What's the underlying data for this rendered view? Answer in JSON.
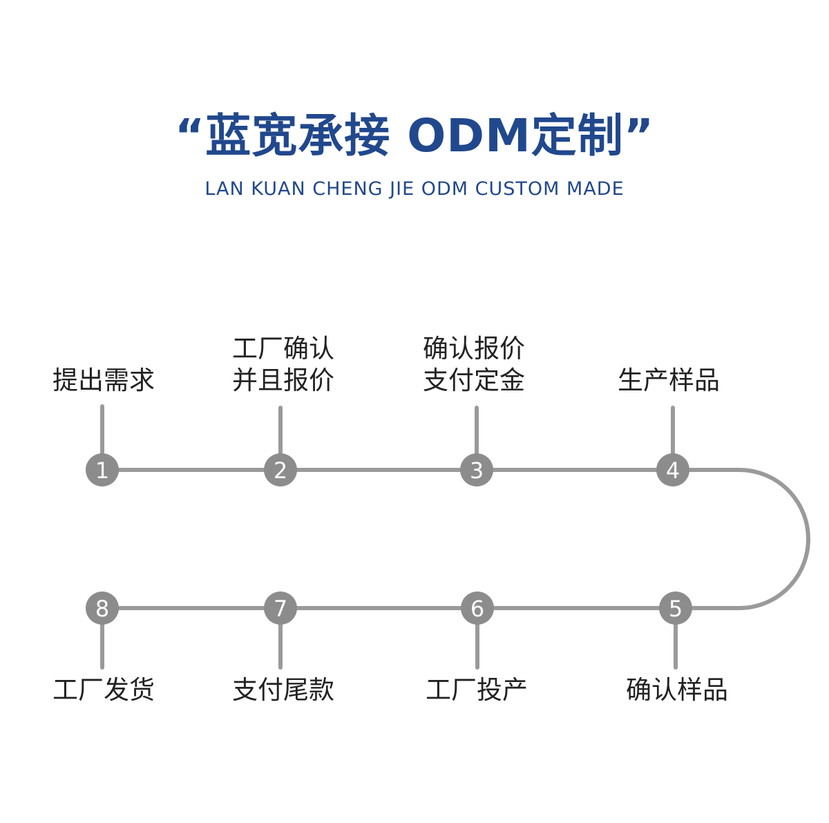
{
  "header": {
    "title": "“蓝宽承接 ODM定制”",
    "subtitle": "LAN KUAN CHENG JIE ODM CUSTOM MADE"
  },
  "colors": {
    "title": "#21488d",
    "line": "#9a9a9a",
    "node": "#8c8c8c",
    "node_text": "#ffffff",
    "label": "#222222"
  },
  "steps": [
    {
      "number": "1",
      "lines": [
        "提出需求"
      ]
    },
    {
      "number": "2",
      "lines": [
        "工厂确认",
        "并且报价"
      ]
    },
    {
      "number": "3",
      "lines": [
        "确认报价",
        "支付定金"
      ]
    },
    {
      "number": "4",
      "lines": [
        "生产样品"
      ]
    },
    {
      "number": "5",
      "lines": [
        "确认样品"
      ]
    },
    {
      "number": "6",
      "lines": [
        "工厂投产"
      ]
    },
    {
      "number": "7",
      "lines": [
        "支付尾款"
      ]
    },
    {
      "number": "8",
      "lines": [
        "工厂发货"
      ]
    }
  ]
}
